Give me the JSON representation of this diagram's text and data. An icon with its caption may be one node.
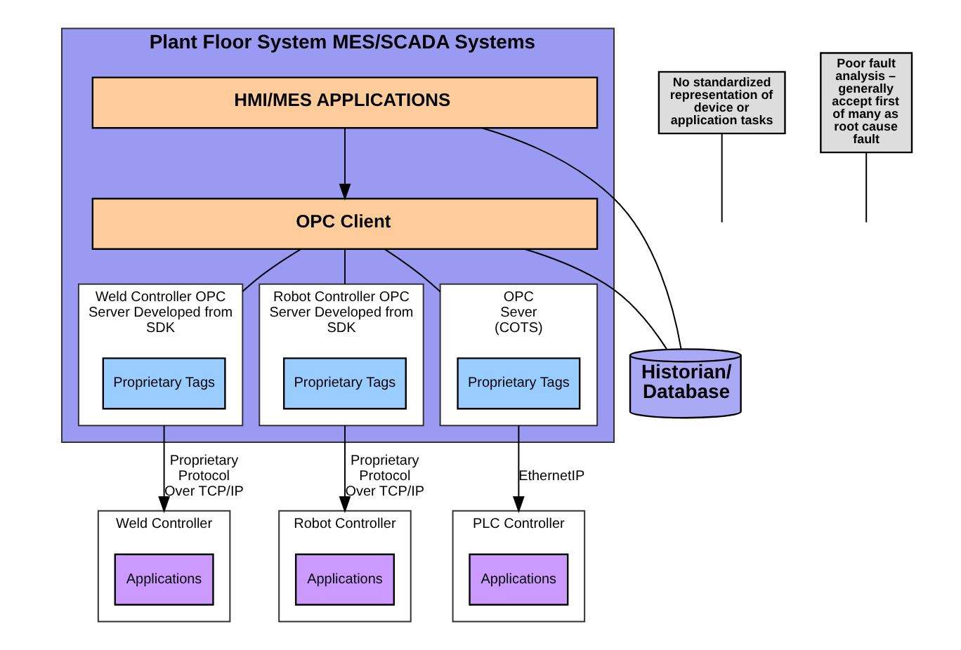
{
  "diagram": {
    "nodes": [
      {
        "text": [
          "Plant Floor System MES/SCADA Systems"
        ]
      },
      {
        "text": [
          "HMI/MES APPLICATIONS"
        ],
        "in": 0
      },
      {
        "text": [
          "OPC Client"
        ],
        "in": 0
      },
      {
        "text": [
          "Weld Controller OPC Server Developed from SDK"
        ],
        "in": 0
      },
      {
        "text": [
          "Proprietary Tags"
        ],
        "in": 3
      },
      {
        "text": [
          "Robot Controller OPC Server Developed from SDK"
        ],
        "in": 0
      },
      {
        "text": [
          "Proprietary Tags"
        ],
        "in": 5
      },
      {
        "text": [
          "OPC Sever (COTS)"
        ],
        "in": 0
      },
      {
        "text": [
          "Proprietary Tags"
        ],
        "in": 7
      },
      {
        "text": [
          "Historian/ Database"
        ]
      },
      {
        "text": [
          "No standardized representation of device or application tasks"
        ]
      },
      {
        "text": [
          "Poor fault analysis – generally accept first of many as root cause fault"
        ]
      },
      {
        "text": [
          "Weld Controller"
        ]
      },
      {
        "text": [
          "Applications"
        ],
        "in": 12
      },
      {
        "text": [
          "Robot Controller"
        ]
      },
      {
        "text": [
          "Applications"
        ],
        "in": 14
      },
      {
        "text": [
          "PLC Controller"
        ]
      },
      {
        "text": [
          "Applications"
        ],
        "in": 16
      }
    ],
    "edges": [
      {
        "from": 1,
        "to": 2,
        "arrow": "to"
      },
      {
        "from": 2,
        "to": 3,
        "arrow": "none"
      },
      {
        "from": 2,
        "to": 5,
        "arrow": "none"
      },
      {
        "from": 2,
        "to": 7,
        "arrow": "none"
      },
      {
        "from": 1,
        "to": 9,
        "arrow": "none"
      },
      {
        "from": 2,
        "to": 9,
        "arrow": "none"
      },
      {
        "from": 10,
        "to": null,
        "arrow": "none"
      },
      {
        "from": 11,
        "to": null,
        "arrow": "none"
      },
      {
        "from": 3,
        "to": 12,
        "arrow": "to",
        "label": "Proprietary Protocol Over TCP/IP"
      },
      {
        "from": 5,
        "to": 14,
        "arrow": "to",
        "label": "Proprietary Protocol Over TCP/IP"
      },
      {
        "from": 7,
        "to": 16,
        "arrow": "to",
        "label": "EthernetIP"
      }
    ]
  }
}
